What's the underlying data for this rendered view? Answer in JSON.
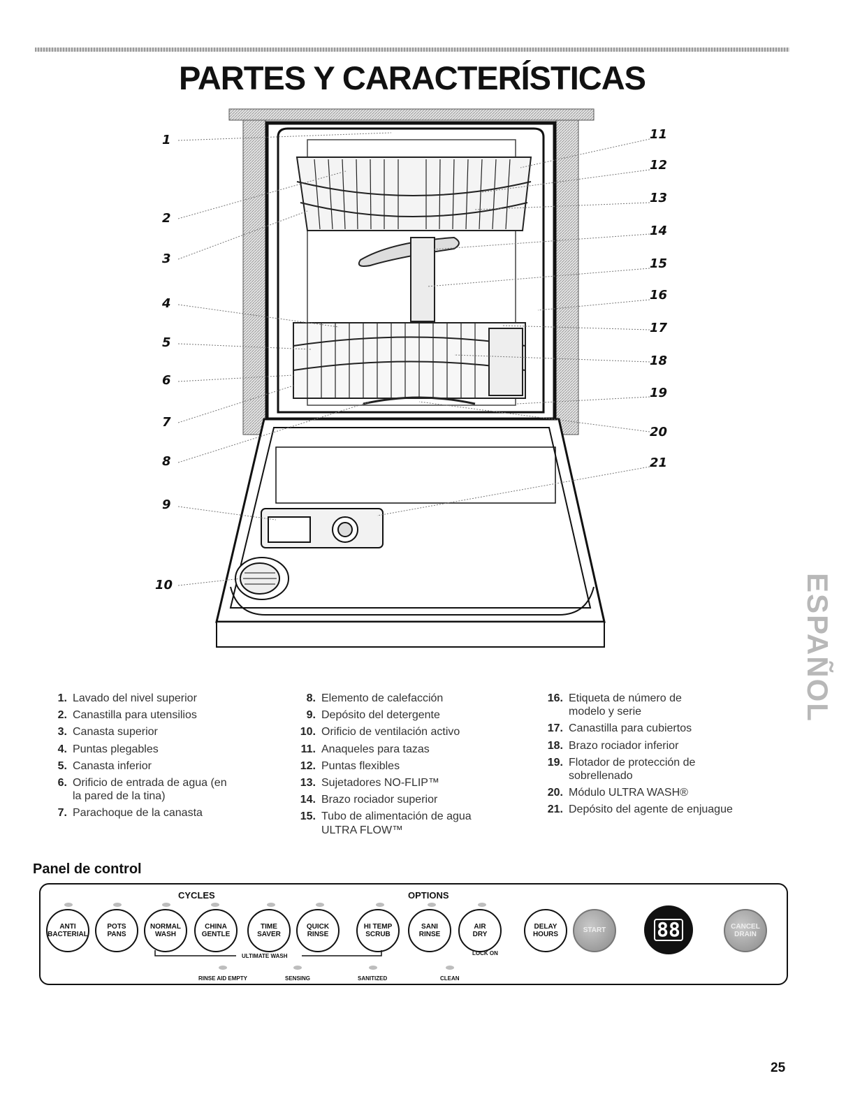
{
  "page": {
    "title": "PARTES Y CARACTERÍSTICAS",
    "page_number": "25",
    "side_tab": "ESPAÑOL"
  },
  "diagram": {
    "callouts": [
      "1",
      "2",
      "3",
      "4",
      "5",
      "6",
      "7",
      "8",
      "9",
      "10",
      "11",
      "12",
      "13",
      "14",
      "15",
      "16",
      "17",
      "18",
      "19",
      "20",
      "21"
    ]
  },
  "parts": {
    "col1": [
      {
        "num": "1.",
        "text": "Lavado del nivel superior"
      },
      {
        "num": "2.",
        "text": "Canastilla para utensilios"
      },
      {
        "num": "3.",
        "text": "Canasta superior"
      },
      {
        "num": "4.",
        "text": "Puntas plegables"
      },
      {
        "num": "5.",
        "text": "Canasta inferior"
      },
      {
        "num": "6.",
        "text": "Orificio de entrada de agua (en la pared de la tina)"
      },
      {
        "num": "7.",
        "text": "Parachoque de la canasta"
      }
    ],
    "col2": [
      {
        "num": "8.",
        "text": "Elemento de calefacción"
      },
      {
        "num": "9.",
        "text": "Depósito del detergente"
      },
      {
        "num": "10.",
        "text": "Orificio de ventilación activo"
      },
      {
        "num": "11.",
        "text": "Anaqueles para tazas"
      },
      {
        "num": "12.",
        "text": "Puntas flexibles"
      },
      {
        "num": "13.",
        "text": "Sujetadores NO-FLIP™"
      },
      {
        "num": "14.",
        "text": "Brazo rociador superior"
      },
      {
        "num": "15.",
        "text": "Tubo de alimentación de agua ULTRA FLOW™"
      }
    ],
    "col3": [
      {
        "num": "16.",
        "text": "Etiqueta de número de modelo y serie"
      },
      {
        "num": "17.",
        "text": "Canastilla para cubiertos"
      },
      {
        "num": "18.",
        "text": "Brazo rociador inferior"
      },
      {
        "num": "19.",
        "text": "Flotador de protección de sobrellenado"
      },
      {
        "num": "20.",
        "text": "Módulo ULTRA WASH®"
      },
      {
        "num": "21.",
        "text": "Depósito del agente de enjuague"
      }
    ]
  },
  "control_panel": {
    "heading": "Panel de control",
    "cycles_label": "CYCLES",
    "options_label": "OPTIONS",
    "ultimate_wash_label": "ULTIMATE WASH",
    "lock_on_label": "LOCK ON",
    "buttons": [
      {
        "label": "ANTI\nBACTERIAL"
      },
      {
        "label": "POTS\nPANS"
      },
      {
        "label": "NORMAL\nWASH"
      },
      {
        "label": "CHINA\nGENTLE"
      },
      {
        "label": "TIME\nSAVER"
      },
      {
        "label": "QUICK\nRINSE"
      },
      {
        "label": "HI TEMP\nSCRUB"
      },
      {
        "label": "SANI\nRINSE"
      },
      {
        "label": "AIR\nDRY"
      },
      {
        "label": "DELAY\nHOURS"
      },
      {
        "label": "START"
      },
      {
        "label": "CANCEL\nDRAIN"
      }
    ],
    "display_value": "88",
    "indicators": [
      "RINSE AID EMPTY",
      "SENSING",
      "SANITIZED",
      "CLEAN"
    ]
  }
}
